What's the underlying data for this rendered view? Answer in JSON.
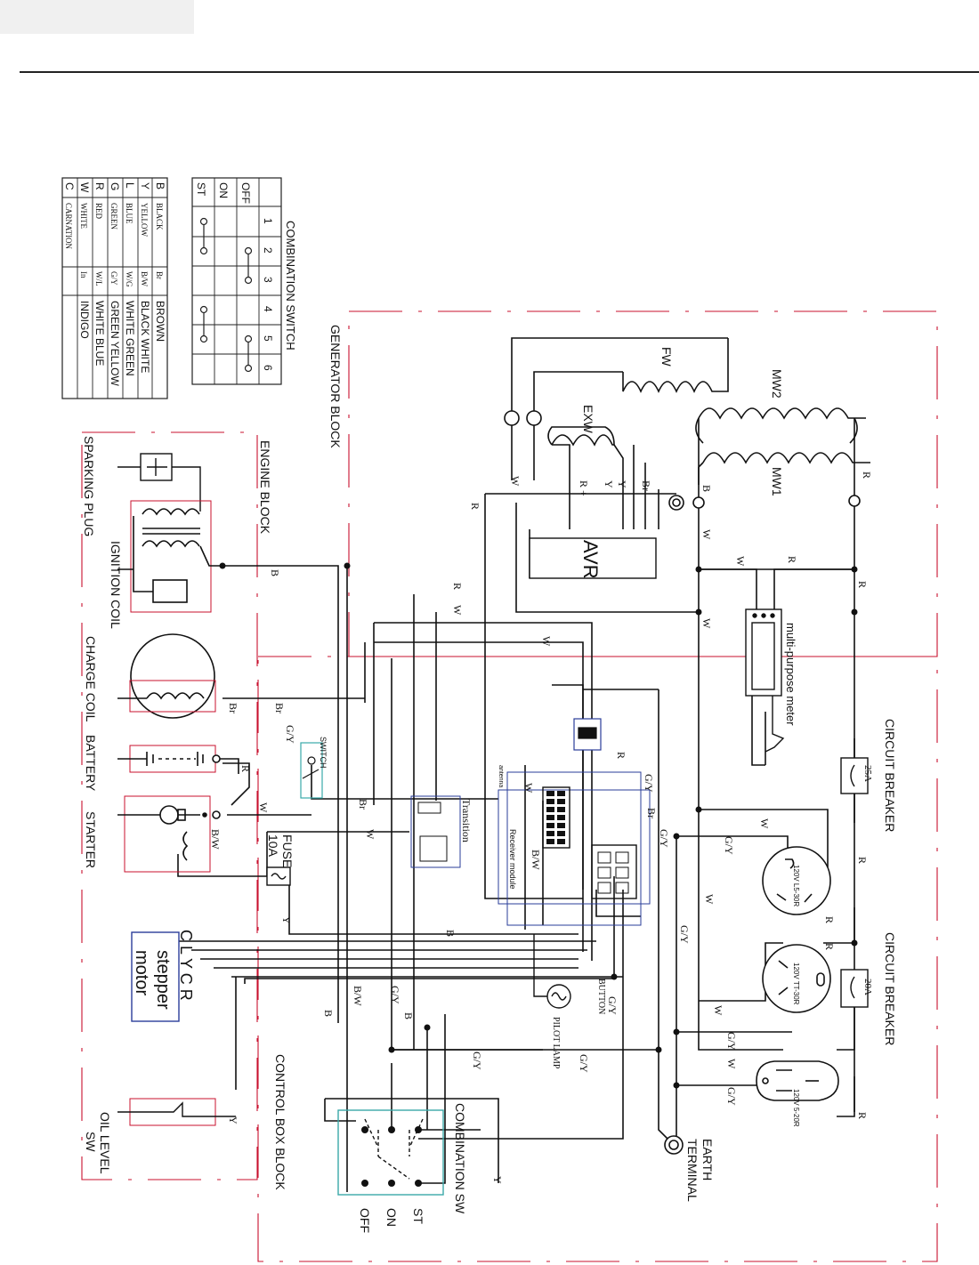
{
  "legend_table": [
    [
      "B",
      "BLACK",
      "Br",
      "BROWN"
    ],
    [
      "Y",
      "YELLOW",
      "B/W",
      "BLACK WHITE"
    ],
    [
      "L",
      "BLUE",
      "W/G",
      "WHITE GREEN"
    ],
    [
      "G",
      "GREEN",
      "G/Y",
      "GREEN YELLOW"
    ],
    [
      "R",
      "RED",
      "W/L",
      "WHITE BLUE"
    ],
    [
      "W",
      "WHITE",
      "In",
      "INDIGO"
    ],
    [
      "C",
      "CARNATION",
      "",
      ""
    ]
  ],
  "combination_switch": {
    "title": "COMBINATION SWITCH",
    "rows": [
      "OFF",
      "ON",
      "ST"
    ],
    "cols": [
      "1",
      "2",
      "3",
      "4",
      "5",
      "6"
    ]
  },
  "blocks": {
    "generator": "GENERATOR BLOCK",
    "engine": "ENGINE BLOCK",
    "control_box": "CONTROL BOX BLOCK"
  },
  "components": {
    "fw": "FW",
    "mw2": "MW2",
    "mw1": "MW1",
    "exw": "EXW",
    "avr": "AVR",
    "meter": "multi-purpose meter",
    "breaker1": "CIRCUIT BREAKER",
    "breaker1_rating": "25A",
    "breaker2": "CIRCUIT BREAKER",
    "breaker2_rating": "20A",
    "outlet1": "120V L5-30R",
    "outlet2": "120V TT-30R",
    "outlet3": "120V 5-20R",
    "sparking_plug": "SPARKING PLUG",
    "ignition_coil": "IGNITION COIL",
    "charge_coil": "CHARGE COIL",
    "battery": "BATTERY",
    "starter": "STARTER",
    "fuse": "FUSE",
    "fuse_rating": "10A",
    "switch": "SWITCH",
    "transition": "Transition",
    "receiver": "Receiver module",
    "antenna": "antenna",
    "stepper1": "stepper",
    "stepper2": "motor",
    "stepper_pins": "C L Y C R",
    "pilot_lamp": "PILOT LAMP",
    "button": "BUTTON",
    "oil_level1": "OIL LEVEL",
    "oil_level2": "SW",
    "earth1": "EARTH",
    "earth2": "TERMINAL",
    "comb_sw": "COMBINATION SW",
    "sw_st": "ST",
    "sw_on": "ON",
    "sw_off": "OFF"
  },
  "wire_labels": {
    "B": "B",
    "W": "W",
    "R": "R",
    "Y": "Y",
    "L": "L",
    "Br": "Br",
    "GY": "G/Y",
    "BW": "B/W",
    "Rplus": "R +"
  }
}
